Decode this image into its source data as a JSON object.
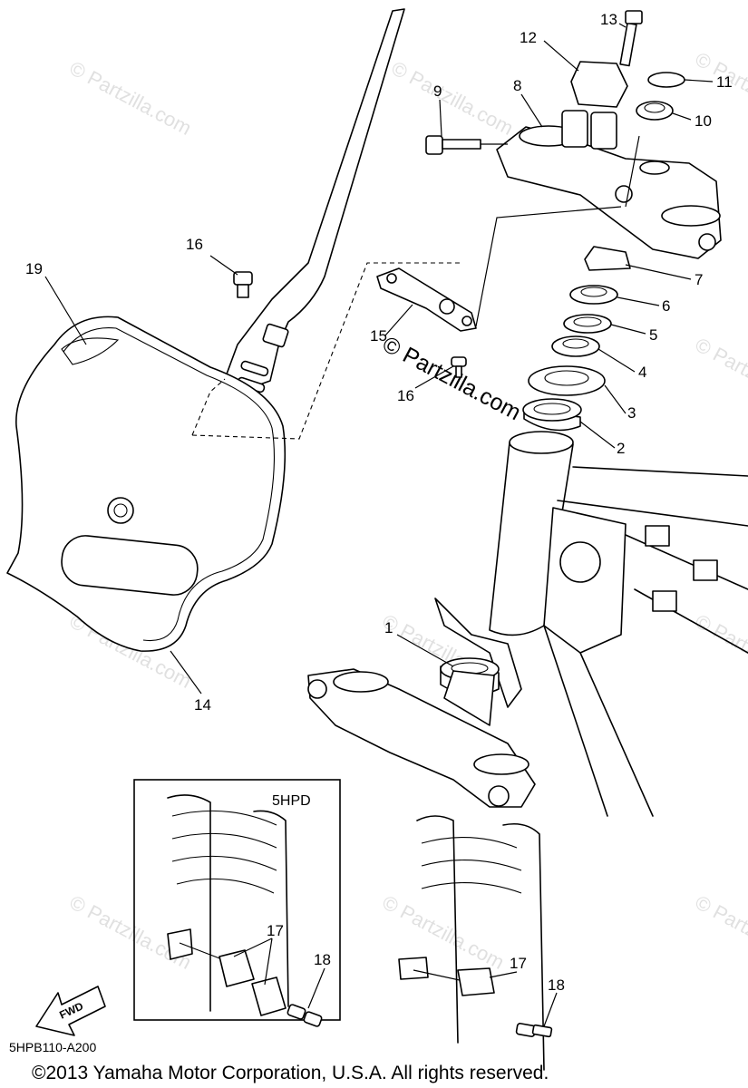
{
  "callouts": {
    "c1": "1",
    "c2": "2",
    "c3": "3",
    "c4": "4",
    "c5": "5",
    "c6": "6",
    "c7": "7",
    "c8": "8",
    "c9": "9",
    "c10": "10",
    "c11": "11",
    "c12": "12",
    "c13": "13",
    "c14": "14",
    "c15": "15",
    "c16a": "16",
    "c16b": "16",
    "c17a": "17",
    "c17b": "17",
    "c18a": "18",
    "c18b": "18",
    "c19": "19"
  },
  "inset": {
    "label": "5HPD"
  },
  "fwd_label": "FWD",
  "diagram_code": "5HPB110-A200",
  "copyright": "©2013 Yamaha Motor Corporation, U.S.A. All rights reserved.",
  "watermark": {
    "brand_center": "© Partzilla.com",
    "brand_small": "© Partzilla.com"
  }
}
